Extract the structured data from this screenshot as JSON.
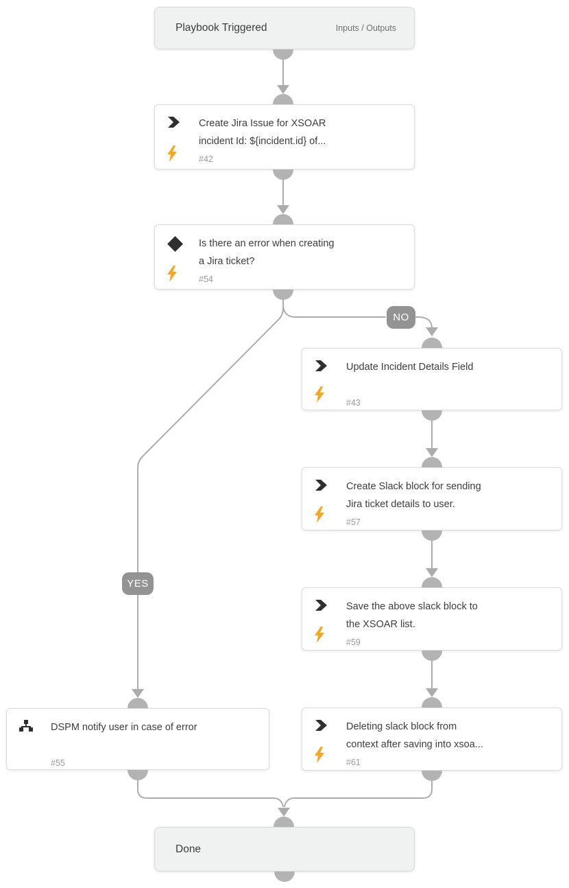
{
  "canvas": {
    "background": "#ffffff"
  },
  "colors": {
    "connector": "#acacac",
    "dome": "#b3b3b3",
    "badge_bg": "#939393",
    "bolt_orange": "#f5a623",
    "icon_dark": "#2f2f2f",
    "terminal_bg": "#f0f2f1",
    "title_text": "#3d3d3d",
    "id_text": "#9a9a9a"
  },
  "badges": {
    "yes": "YES",
    "no": "NO"
  },
  "nodes": {
    "start": {
      "title": "Playbook Triggered",
      "link": "Inputs / Outputs"
    },
    "task42": {
      "icon": "chevron-right",
      "line1": "Create Jira Issue for XSOAR",
      "line2": "incident Id: ${incident.id} of...",
      "task_id": "#42"
    },
    "cond54": {
      "icon": "diamond-condition",
      "line1": "Is there an error when creating",
      "line2": "a Jira ticket?",
      "task_id": "#54"
    },
    "task43": {
      "icon": "chevron-right",
      "line1": "Update Incident Details Field",
      "line2": "",
      "task_id": "#43"
    },
    "task57": {
      "icon": "chevron-right",
      "line1": "Create Slack block for sending",
      "line2": "Jira ticket details to user.",
      "task_id": "#57"
    },
    "task59": {
      "icon": "chevron-right",
      "line1": "Save the above slack block to",
      "line2": "the XSOAR list.",
      "task_id": "#59"
    },
    "task61": {
      "icon": "chevron-right",
      "line1": "Deleting slack block from",
      "line2": "context after saving into xsoa...",
      "task_id": "#61"
    },
    "task55": {
      "icon": "sub-playbook",
      "line1": "DSPM notify user in case of error",
      "line2": "",
      "task_id": "#55"
    },
    "done": {
      "title": "Done"
    }
  }
}
